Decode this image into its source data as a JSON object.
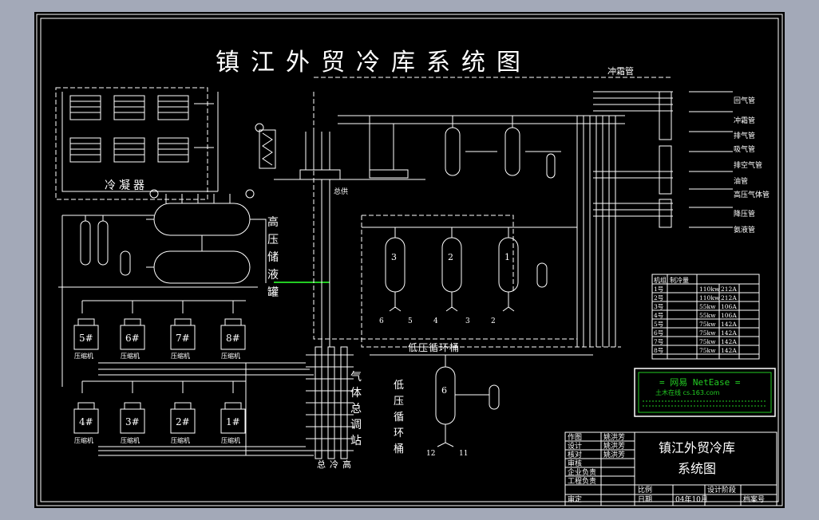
{
  "title": "镇江外贸冷库系统图",
  "condenser_label": "冷凝器",
  "receiver_label": "高压储液罐",
  "high_pressure_manifold_label": "总供",
  "gas_station_label": "气体总调站",
  "gas_station_bottom_labels": [
    "总",
    "冷",
    "高"
  ],
  "low_pressure_vessel_label": "低压循环桶",
  "low_pressure_vessel_vertical_label": "低压循环桶",
  "vessel_numbers": [
    "3",
    "2",
    "1",
    "6"
  ],
  "vessel_bottom_numbers": [
    "6",
    "5",
    "4",
    "3",
    "2"
  ],
  "vessel6_bottom_numbers": [
    "12",
    "11"
  ],
  "defrost_label": "冲霜管",
  "compressors_top": [
    {
      "id": "5#",
      "label": "压缩机"
    },
    {
      "id": "6#",
      "label": "压缩机"
    },
    {
      "id": "7#",
      "label": "压缩机"
    },
    {
      "id": "8#",
      "label": "压缩机"
    }
  ],
  "compressors_bottom": [
    {
      "id": "4#",
      "label": "压缩机"
    },
    {
      "id": "3#",
      "label": "压缩机"
    },
    {
      "id": "2#",
      "label": "压缩机"
    },
    {
      "id": "1#",
      "label": "压缩机"
    }
  ],
  "legend": [
    "回气管",
    "冲霜管",
    "排气管",
    "吸气管",
    "排空气管",
    "油管",
    "高压气体管",
    "降压管",
    "氨液管"
  ],
  "table": {
    "headers": [
      "机组",
      "制冷量",
      "",
      "",
      ""
    ],
    "rows": [
      [
        "1号",
        "",
        "110kw",
        "212A",
        ""
      ],
      [
        "2号",
        "",
        "110kw",
        "212A",
        ""
      ],
      [
        "3号",
        "",
        "55kw",
        "106A",
        ""
      ],
      [
        "4号",
        "",
        "55kw",
        "106A",
        ""
      ],
      [
        "5号",
        "",
        "75kw",
        "142A",
        ""
      ],
      [
        "6号",
        "",
        "75kw",
        "142A",
        ""
      ],
      [
        "7号",
        "",
        "75kw",
        "142A",
        ""
      ],
      [
        "8号",
        "",
        "75kw",
        "142A",
        ""
      ]
    ]
  },
  "watermark": {
    "line1": "= 网易 NetEase =",
    "line2": "土木在线 cs.163.com"
  },
  "title_block": {
    "name_line1": "镇江外贸冷库",
    "name_line2": "系统图",
    "roles": [
      "作图",
      "设计",
      "核对",
      "审核",
      "企业负责",
      "工程负责",
      "审定"
    ],
    "people": [
      "姚洪芳",
      "姚洪芳",
      "姚洪芳"
    ],
    "scale_label": "比例",
    "stage_label": "设计阶段",
    "date_label": "日期",
    "date_value": "04年10月",
    "archive_label": "档案号"
  },
  "colors": {
    "background": "#000000",
    "paper": "#a3a9b8",
    "line": "#ffffff",
    "accent": "#22cc22"
  }
}
